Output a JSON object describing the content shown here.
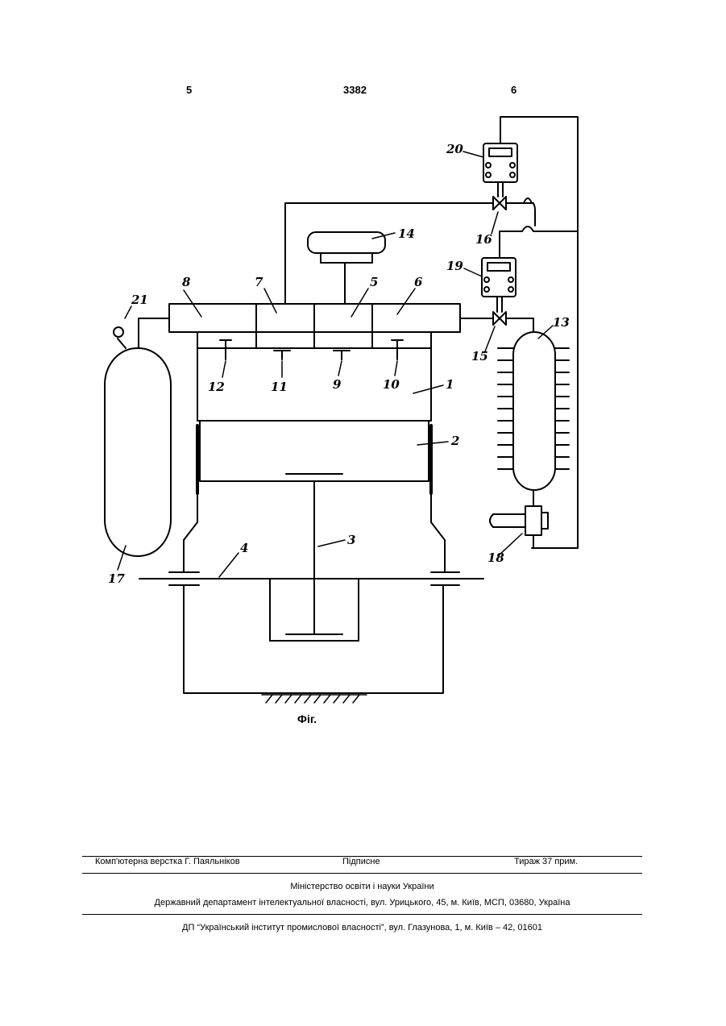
{
  "header": {
    "left_page": "5",
    "patent_number": "3382",
    "right_page": "6"
  },
  "figure": {
    "caption": "Фіг.",
    "labels": {
      "l1": "1",
      "l2": "2",
      "l3": "3",
      "l4": "4",
      "l5": "5",
      "l6": "6",
      "l7": "7",
      "l8": "8",
      "l9": "9",
      "l10": "10",
      "l11": "11",
      "l12": "12",
      "l13": "13",
      "l14": "14",
      "l15": "15",
      "l16": "16",
      "l17": "17",
      "l18": "18",
      "l19": "19",
      "l20": "20",
      "l21": "21"
    }
  },
  "footer": {
    "layout": "Комп'ютерна верстка Г. Паяльніков",
    "signed": "Підписне",
    "circulation": "Тираж 37 прим.",
    "ministry": "Міністерство освіти і науки України",
    "department": "Державний департамент інтелектуальної власності, вул. Урицького, 45, м. Київ, МСП, 03680, Україна",
    "institute": "ДП “Український інститут промислової власності”, вул. Глазунова, 1, м. Київ – 42, 01601"
  }
}
